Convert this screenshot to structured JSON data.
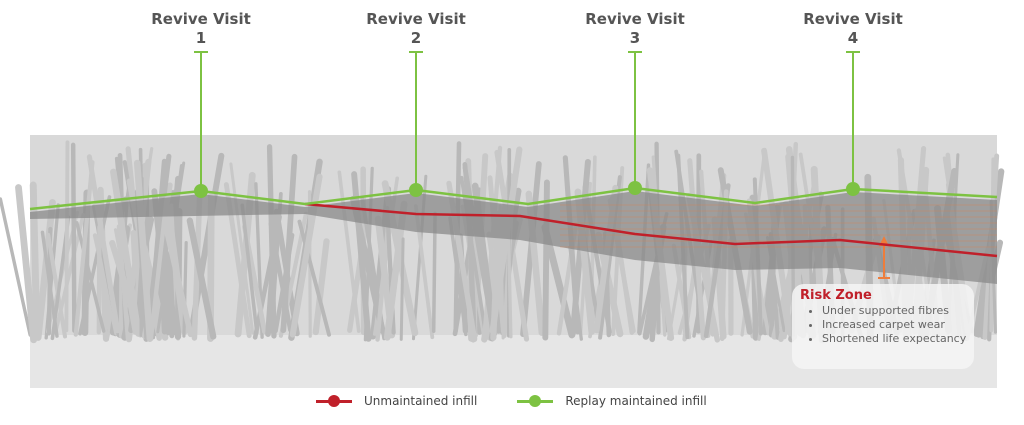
{
  "visits": [
    {
      "title": "Revive Visit",
      "number": "1"
    },
    {
      "title": "Revive Visit",
      "number": "2"
    },
    {
      "title": "Revive Visit",
      "number": "3"
    },
    {
      "title": "Revive Visit",
      "number": "4"
    }
  ],
  "risk_zone": {
    "title": "Risk Zone",
    "items": [
      "Under supported fibres",
      "Increased carpet wear",
      "Shortened life expectancy"
    ]
  },
  "legend": {
    "unmaintained": "Unmaintained infill",
    "maintained": "Replay maintained infill"
  },
  "colors": {
    "green": "#7dc242",
    "red": "#c0202a",
    "orange": "#ee7d3b"
  }
}
